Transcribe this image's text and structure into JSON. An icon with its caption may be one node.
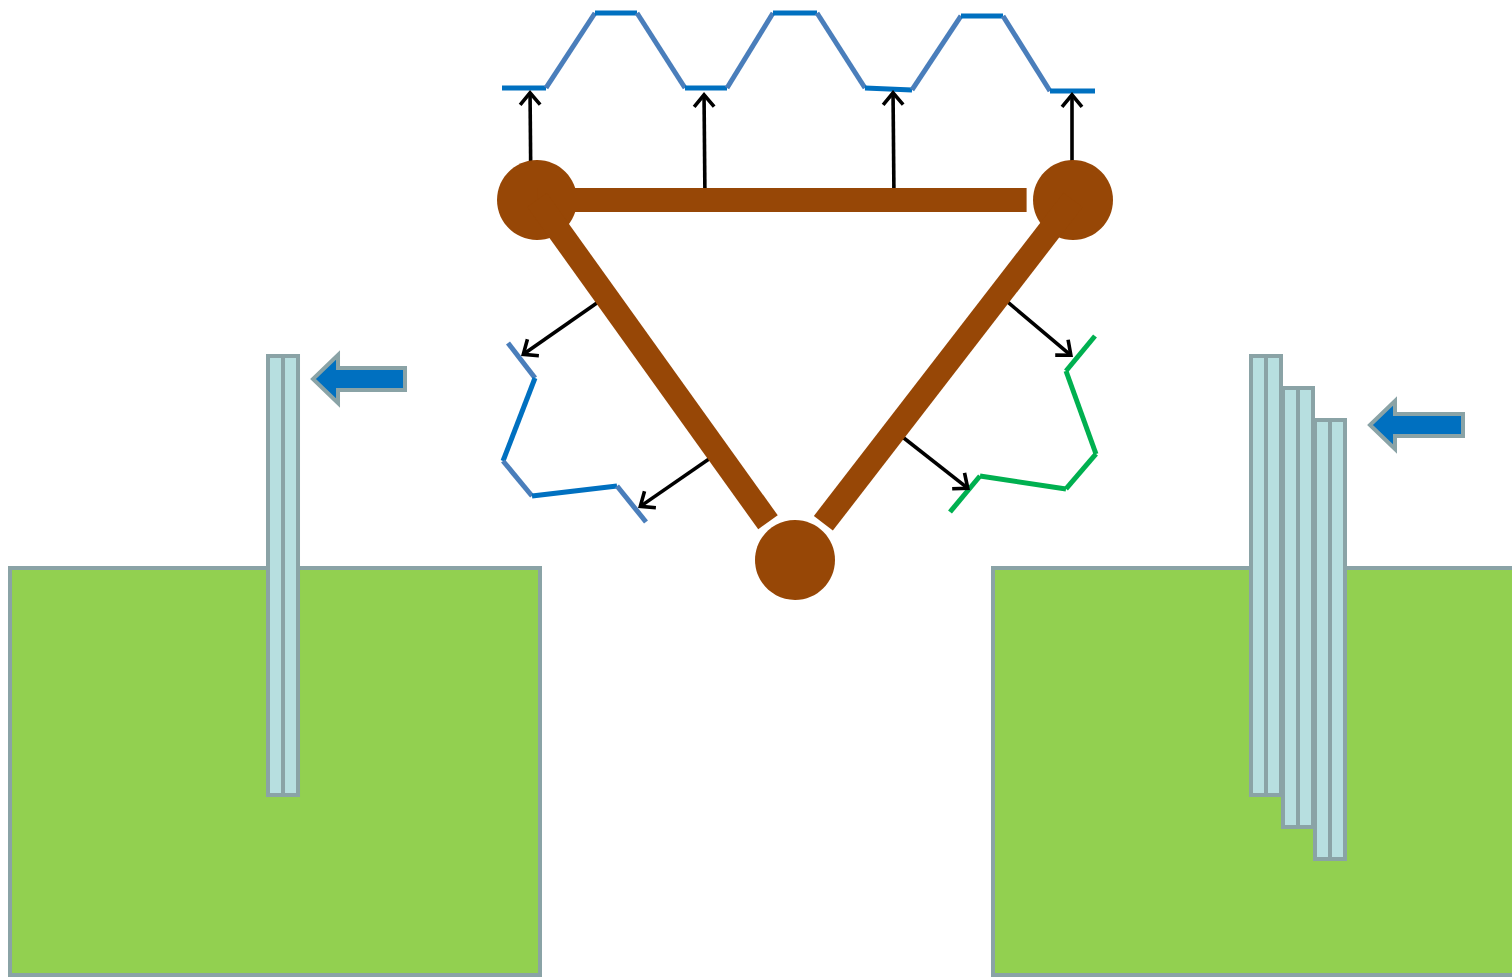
{
  "diagram": {
    "nodes": [
      {
        "text": [],
        "shape": "circle"
      },
      {
        "text": [],
        "shape": "circle"
      },
      {
        "text": [],
        "shape": "circle"
      }
    ],
    "edges": [
      {
        "from": 0,
        "to": 1,
        "arrow": "none"
      },
      {
        "from": 0,
        "to": 2,
        "arrow": "none"
      },
      {
        "from": 1,
        "to": 2,
        "arrow": "none"
      }
    ]
  }
}
